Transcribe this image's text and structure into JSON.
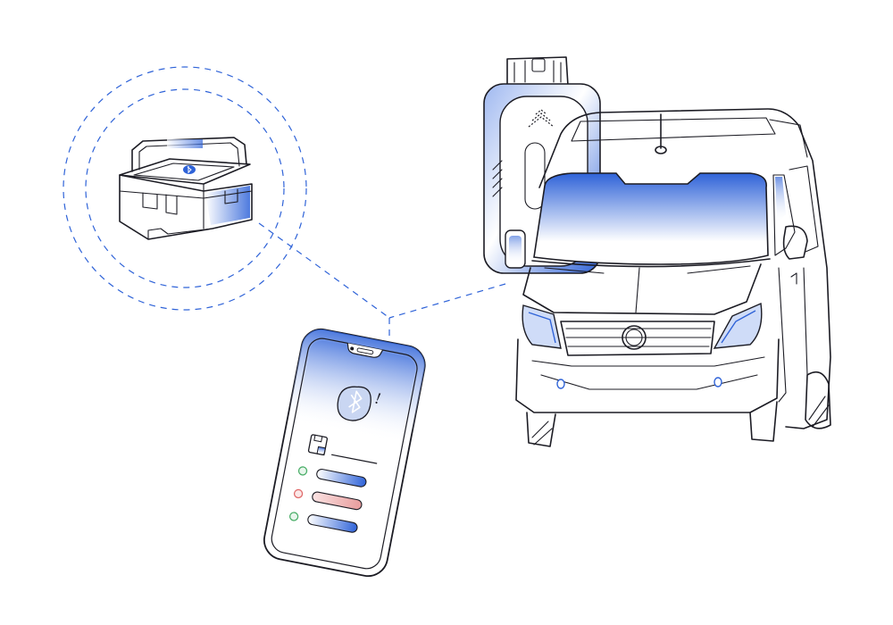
{
  "colors": {
    "ink": "#1c1c24",
    "accent": "#2f63d8",
    "accent_light": "#dfe8fb",
    "status_ok": "#4caf6a",
    "status_error": "#e06a6a",
    "error_bar": "#f2b7b7"
  },
  "illustration": {
    "toolbox": {
      "icon": "bluetooth-icon"
    },
    "obd_adapter": {
      "icon": "signal-chevrons-icon"
    },
    "phone": {
      "icon": "bluetooth-alert-icon",
      "alert_glyph": "!",
      "file_icon": "floppy-icon",
      "status_rows": [
        {
          "indicator": "ok",
          "bar": "blue"
        },
        {
          "indicator": "error",
          "bar": "red"
        },
        {
          "indicator": "ok",
          "bar": "blue"
        }
      ]
    },
    "vehicle": {
      "type": "van"
    }
  }
}
